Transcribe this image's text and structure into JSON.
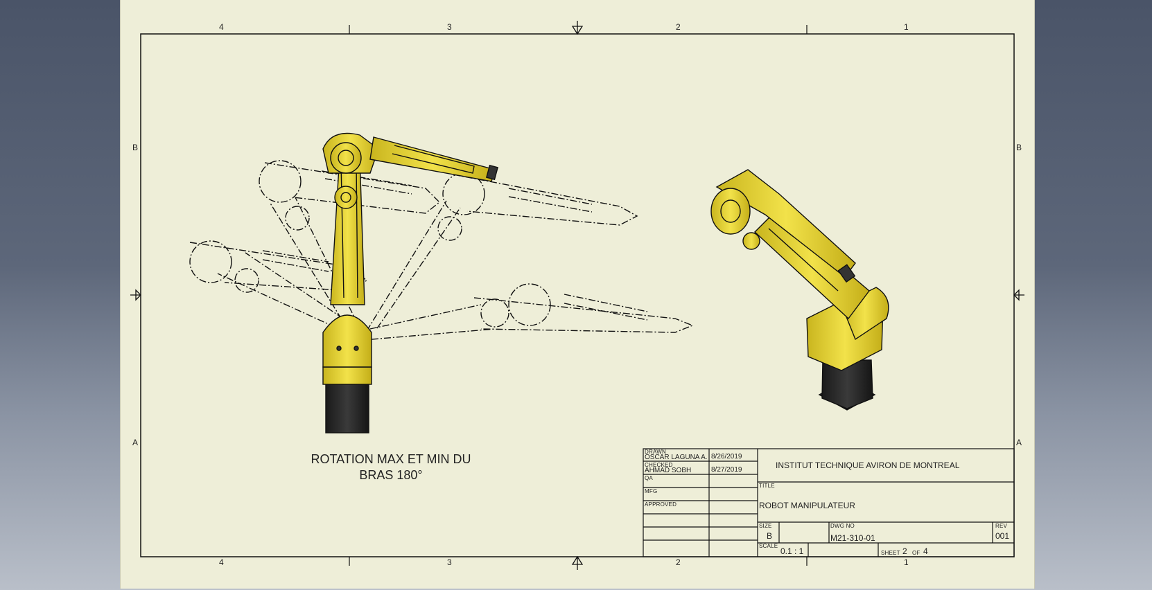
{
  "border": {
    "columns_top": [
      "4",
      "3",
      "2",
      "1"
    ],
    "columns_bottom": [
      "4",
      "3",
      "2",
      "1"
    ],
    "rows_left": [
      "B",
      "A"
    ],
    "rows_right": [
      "B",
      "A"
    ]
  },
  "caption": {
    "line1": "ROTATION  MAX ET MIN DU",
    "line2": "BRAS 180°"
  },
  "title_block": {
    "drawn_label": "DRAWN",
    "drawn_name": "OSCAR LAGUNA A.",
    "drawn_date": "8/26/2019",
    "checked_label": "CHECKED",
    "checked_name": "AHMAD SOBH",
    "checked_date": "8/27/2019",
    "qa_label": "QA",
    "mfg_label": "MFG",
    "approved_label": "APPROVED",
    "company": "INSTITUT TECHNIQUE AVIRON DE MONTREAL",
    "title_label": "TITLE",
    "title": "ROBOT MANIPULATEUR",
    "size_label": "SIZE",
    "size": "B",
    "dwg_label": "DWG NO",
    "dwg_no": "M21-310-01",
    "rev_label": "REV",
    "rev": "001",
    "scale_label": "SCALE",
    "scale": "0.1 : 1",
    "sheet_label": "SHEET",
    "sheet_no": "2",
    "of_label": "OF",
    "sheet_total": "4"
  },
  "colors": {
    "paper": "#eeeed8",
    "robot_yellow": "#e8d635",
    "robot_dark": "#2b2b2b",
    "line": "#111111"
  }
}
